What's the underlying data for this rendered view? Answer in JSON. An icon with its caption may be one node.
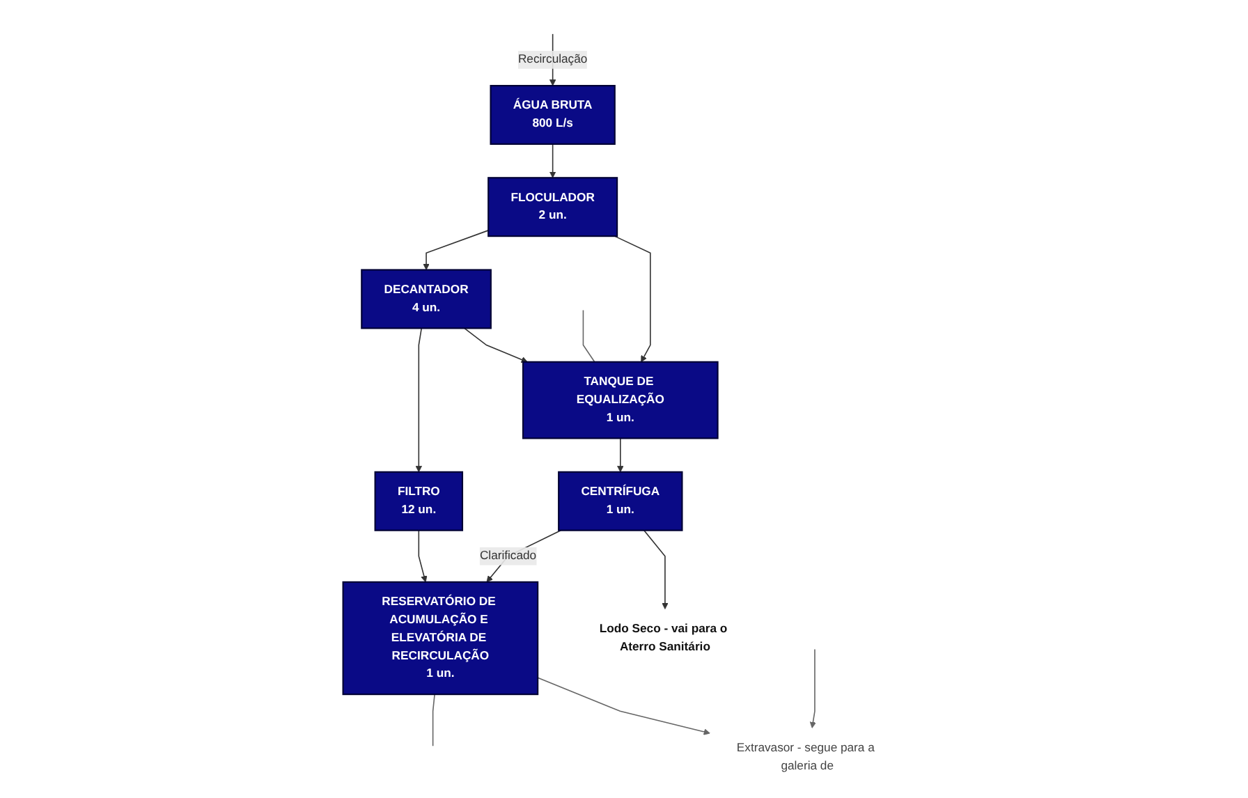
{
  "diagram": {
    "nodes": [
      {
        "text": [
          "ÁGUA BRUTA",
          "800 L/s"
        ]
      },
      {
        "text": [
          "FLOCULADOR",
          "2 un."
        ]
      },
      {
        "text": [
          "DECANTADOR",
          "4 un."
        ]
      },
      {
        "text": [
          "FILTRO",
          "12 un."
        ]
      },
      {
        "text": [
          "TANQUE DE EQUALIZAÇÃO",
          "1 un."
        ]
      },
      {
        "text": [
          "CENTRÍFUGA",
          "1 un."
        ]
      },
      {
        "text": [
          "RESERVATÓRIO DE ACUMULAÇÃO E ELEVATÓRIA DE RECIRCULAÇÃO",
          "1 un."
        ]
      },
      {
        "text": [
          "Lodo Seco - vai para o Aterro Sanitário"
        ]
      },
      {
        "text": [
          "Extravasor - segue para a galeria de"
        ]
      }
    ],
    "edges": [
      {
        "from": null,
        "to": 0,
        "arrow": "to",
        "label": "Recirculação"
      },
      {
        "from": 0,
        "to": 1,
        "arrow": "to"
      },
      {
        "from": 1,
        "to": 2,
        "arrow": "to"
      },
      {
        "from": 2,
        "to": 3,
        "arrow": "to"
      },
      {
        "from": 1,
        "to": 4,
        "arrow": "to"
      },
      {
        "from": 2,
        "to": 4,
        "arrow": "to"
      },
      {
        "from": null,
        "to": 4,
        "arrow": "none",
        "color": "#666666"
      },
      {
        "from": 3,
        "to": 6,
        "arrow": "to"
      },
      {
        "from": 4,
        "to": 5,
        "arrow": "to"
      },
      {
        "from": 5,
        "to": 6,
        "arrow": "to",
        "label": "Clarificado"
      },
      {
        "from": 6,
        "to": null,
        "arrow": "none",
        "color": "#666666"
      },
      {
        "from": 5,
        "to": 7,
        "arrow": "to"
      },
      {
        "from": null,
        "to": 8,
        "arrow": "to",
        "color": "#666666"
      },
      {
        "from": 6,
        "to": 8,
        "arrow": "to",
        "color": "#666666"
      }
    ]
  }
}
